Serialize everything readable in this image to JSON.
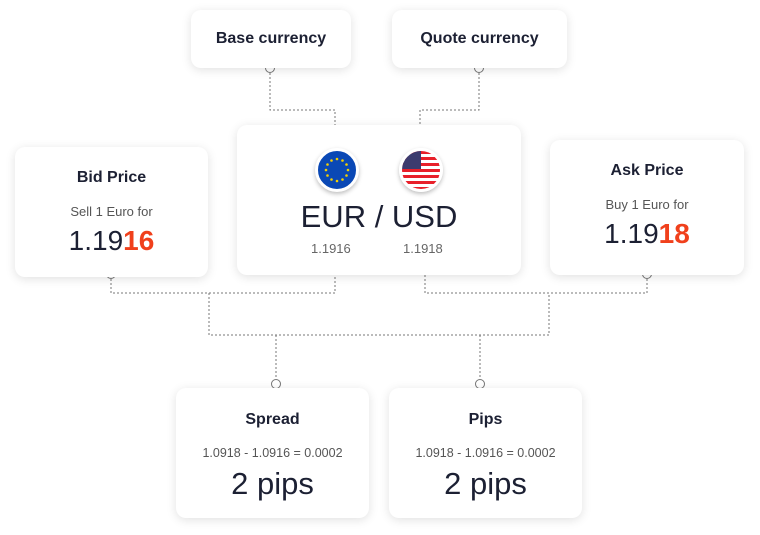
{
  "base_label": "Base currency",
  "quote_label": "Quote currency",
  "bid": {
    "title": "Bid Price",
    "sub": "Sell 1 Euro for",
    "price_main": "1.19",
    "price_hl": "16"
  },
  "ask": {
    "title": "Ask Price",
    "sub": "Buy 1 Euro for",
    "price_main": "1.19",
    "price_hl": "18"
  },
  "pair": {
    "name": "EUR / USD",
    "bid": "1.1916",
    "ask": "1.1918",
    "base_flag": "eu-flag-icon",
    "quote_flag": "us-flag-icon"
  },
  "spread": {
    "title": "Spread",
    "formula": "1.0918 - 1.0916 = 0.0002",
    "result": "2 pips"
  },
  "pips": {
    "title": "Pips",
    "formula": "1.0918 - 1.0916 = 0.0002",
    "result": "2 pips"
  },
  "colors": {
    "highlight": "#f0401c",
    "text": "#1c2033"
  }
}
